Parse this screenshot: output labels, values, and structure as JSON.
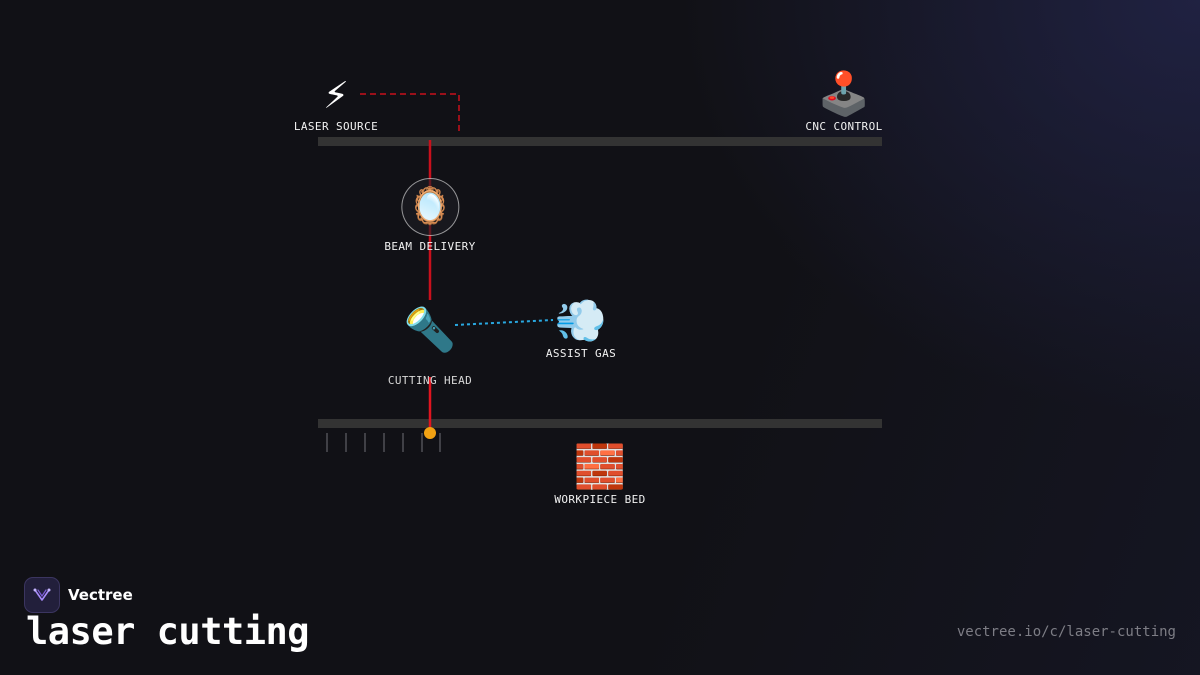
{
  "diagram": {
    "nodes": {
      "laser_source": {
        "icon": "high-voltage-icon",
        "glyph": "⚡",
        "label": "LASER SOURCE"
      },
      "cnc_control": {
        "icon": "joystick-icon",
        "glyph": "🕹️",
        "label": "CNC CONTROL"
      },
      "beam_delivery": {
        "icon": "mirror-icon",
        "glyph": "🪞",
        "label": "BEAM DELIVERY"
      },
      "cutting_head": {
        "icon": "flashlight-icon",
        "glyph": "🔦",
        "label": "CUTTING HEAD"
      },
      "assist_gas": {
        "icon": "dash-symbol-icon",
        "glyph": "💨",
        "label": "ASSIST GAS"
      },
      "workpiece_bed": {
        "icon": "brick-icon",
        "glyph": "🧱",
        "label": "WORKPIECE BED"
      }
    },
    "colors": {
      "beam": "#c8101c",
      "control_link": "#c8101c",
      "gas_link": "#29a8e0",
      "rail": "#333333",
      "cut_point": "#f2a213"
    }
  },
  "brand": {
    "name": "Vectree",
    "logo_icon": "vectree-logo-icon"
  },
  "page": {
    "title": "laser cutting",
    "url": "vectree.io/c/laser-cutting"
  }
}
